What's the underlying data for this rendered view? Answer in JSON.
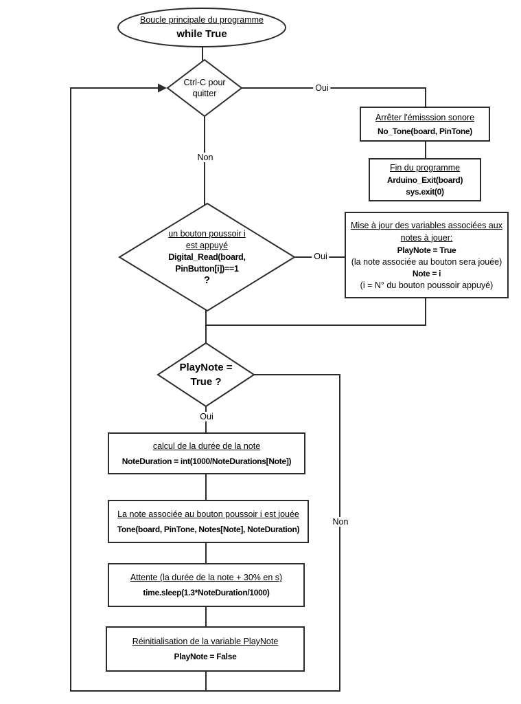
{
  "diagram": {
    "title": "Boucle principale du programme (organigramme)",
    "colors": {
      "line": "#2b2b2b",
      "background": "#ffffff",
      "text": "#000000"
    },
    "nodes": {
      "start": {
        "title": "Boucle principale du programme",
        "code": "while True"
      },
      "decision_quit": {
        "line1": "Ctrl-C pour",
        "line2": "quitter"
      },
      "stop_tone": {
        "title": "Arrêter l'émisssion sonore",
        "code": "No_Tone(board, PinTone)"
      },
      "end_program": {
        "title": "Fin du programme",
        "code1": "Arduino_Exit(board)",
        "code2": "sys.exit(0)"
      },
      "decision_button": {
        "title1": "un bouton poussoir i",
        "title2": "est appuyé",
        "code1": "Digital_Read(board,",
        "code2": "PinButton[i])==1",
        "question": "?"
      },
      "update_vars": {
        "title1": "Mise à jour des variables associées aux",
        "title2": "notes à jouer:",
        "code1": "PlayNote = True",
        "note1": "(la note associée au bouton sera jouée)",
        "code2": "Note = i",
        "note2": "(i = N° du bouton poussoir appuyé)"
      },
      "decision_playnote": {
        "line1": "PlayNote =",
        "line2": "True ?"
      },
      "calc_duration": {
        "title": "calcul de la durée de la note",
        "code": "NoteDuration = int(1000/NoteDurations[Note])"
      },
      "play_note": {
        "title": "La note associée au bouton poussoir i est jouée",
        "code": "Tone(board, PinTone, Notes[Note], NoteDuration)"
      },
      "wait_note": {
        "title": "Attente (la durée de la note + 30% en s)",
        "code": "time.sleep(1.3*NoteDuration/1000)"
      },
      "reset_playnote": {
        "title": "Réinitialisation de la variable PlayNote",
        "code": "PlayNote = False"
      }
    },
    "labels": {
      "quit_yes": "Oui",
      "quit_no": "Non",
      "button_yes": "Oui",
      "playnote_yes": "Oui",
      "playnote_no": "Non"
    }
  }
}
